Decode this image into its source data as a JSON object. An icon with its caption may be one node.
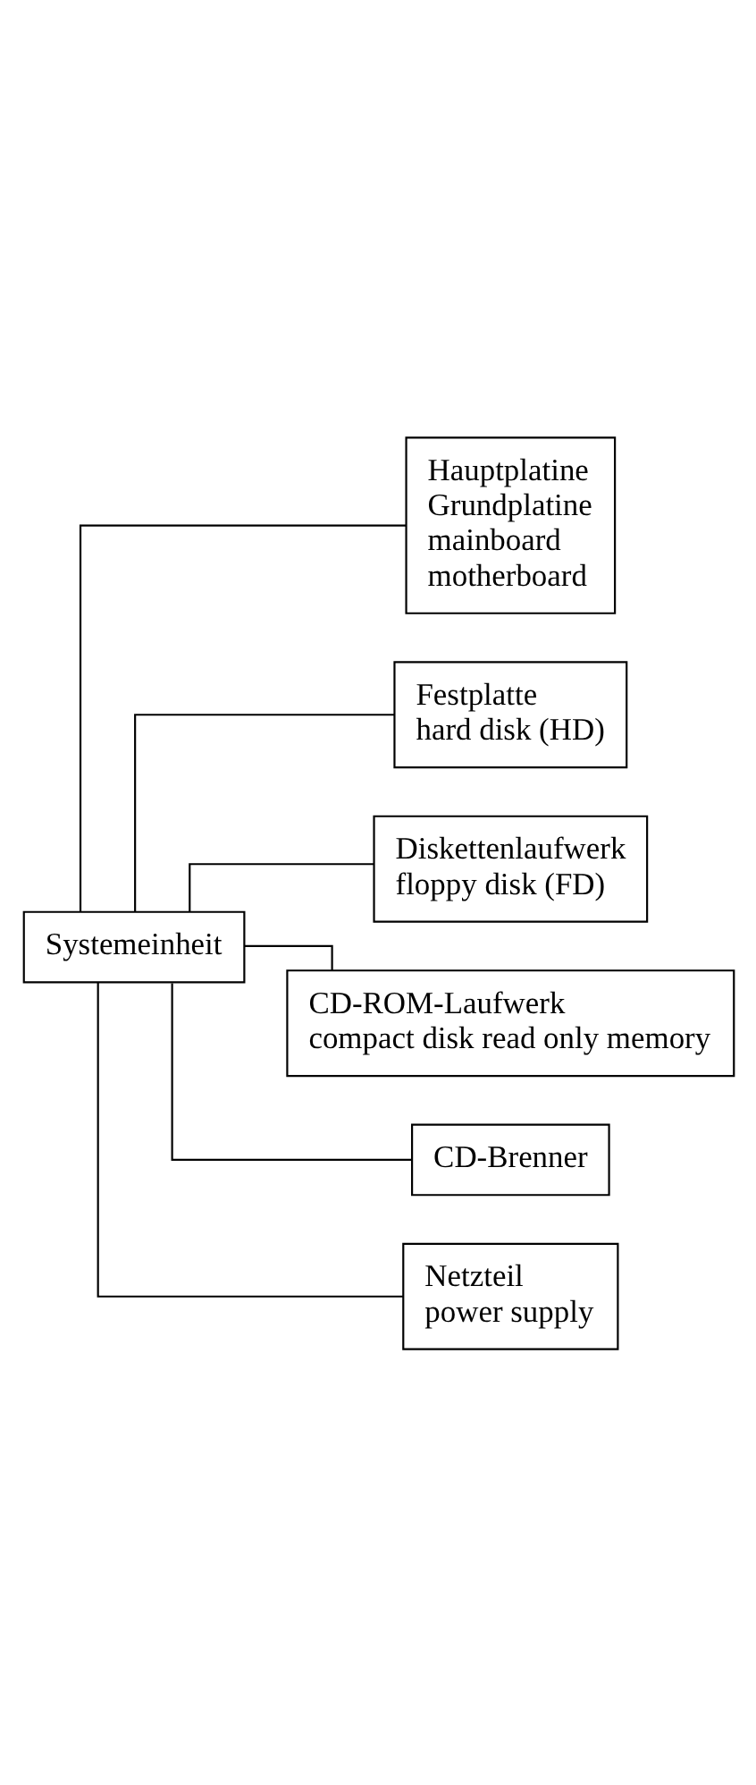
{
  "diagram": {
    "nodes": [
      {
        "text": [
          "Systemeinheit"
        ]
      },
      {
        "text": [
          "Hauptplatine",
          "Grundplatine",
          "mainboard",
          "motherboard"
        ]
      },
      {
        "text": [
          "Festplatte",
          "hard disk (HD)"
        ]
      },
      {
        "text": [
          "Diskettenlaufwerk",
          "floppy disk (FD)"
        ]
      },
      {
        "text": [
          "CD-ROM-Laufwerk",
          "compact disk read only memory"
        ]
      },
      {
        "text": [
          "CD-Brenner"
        ]
      },
      {
        "text": [
          "Netzteil",
          "power supply"
        ]
      }
    ],
    "edges": [
      {
        "from": 0,
        "to": 1,
        "arrow": "none"
      },
      {
        "from": 0,
        "to": 2,
        "arrow": "none"
      },
      {
        "from": 0,
        "to": 3,
        "arrow": "none"
      },
      {
        "from": 0,
        "to": 4,
        "arrow": "none"
      },
      {
        "from": 0,
        "to": 5,
        "arrow": "none"
      },
      {
        "from": 0,
        "to": 6,
        "arrow": "none"
      }
    ]
  }
}
